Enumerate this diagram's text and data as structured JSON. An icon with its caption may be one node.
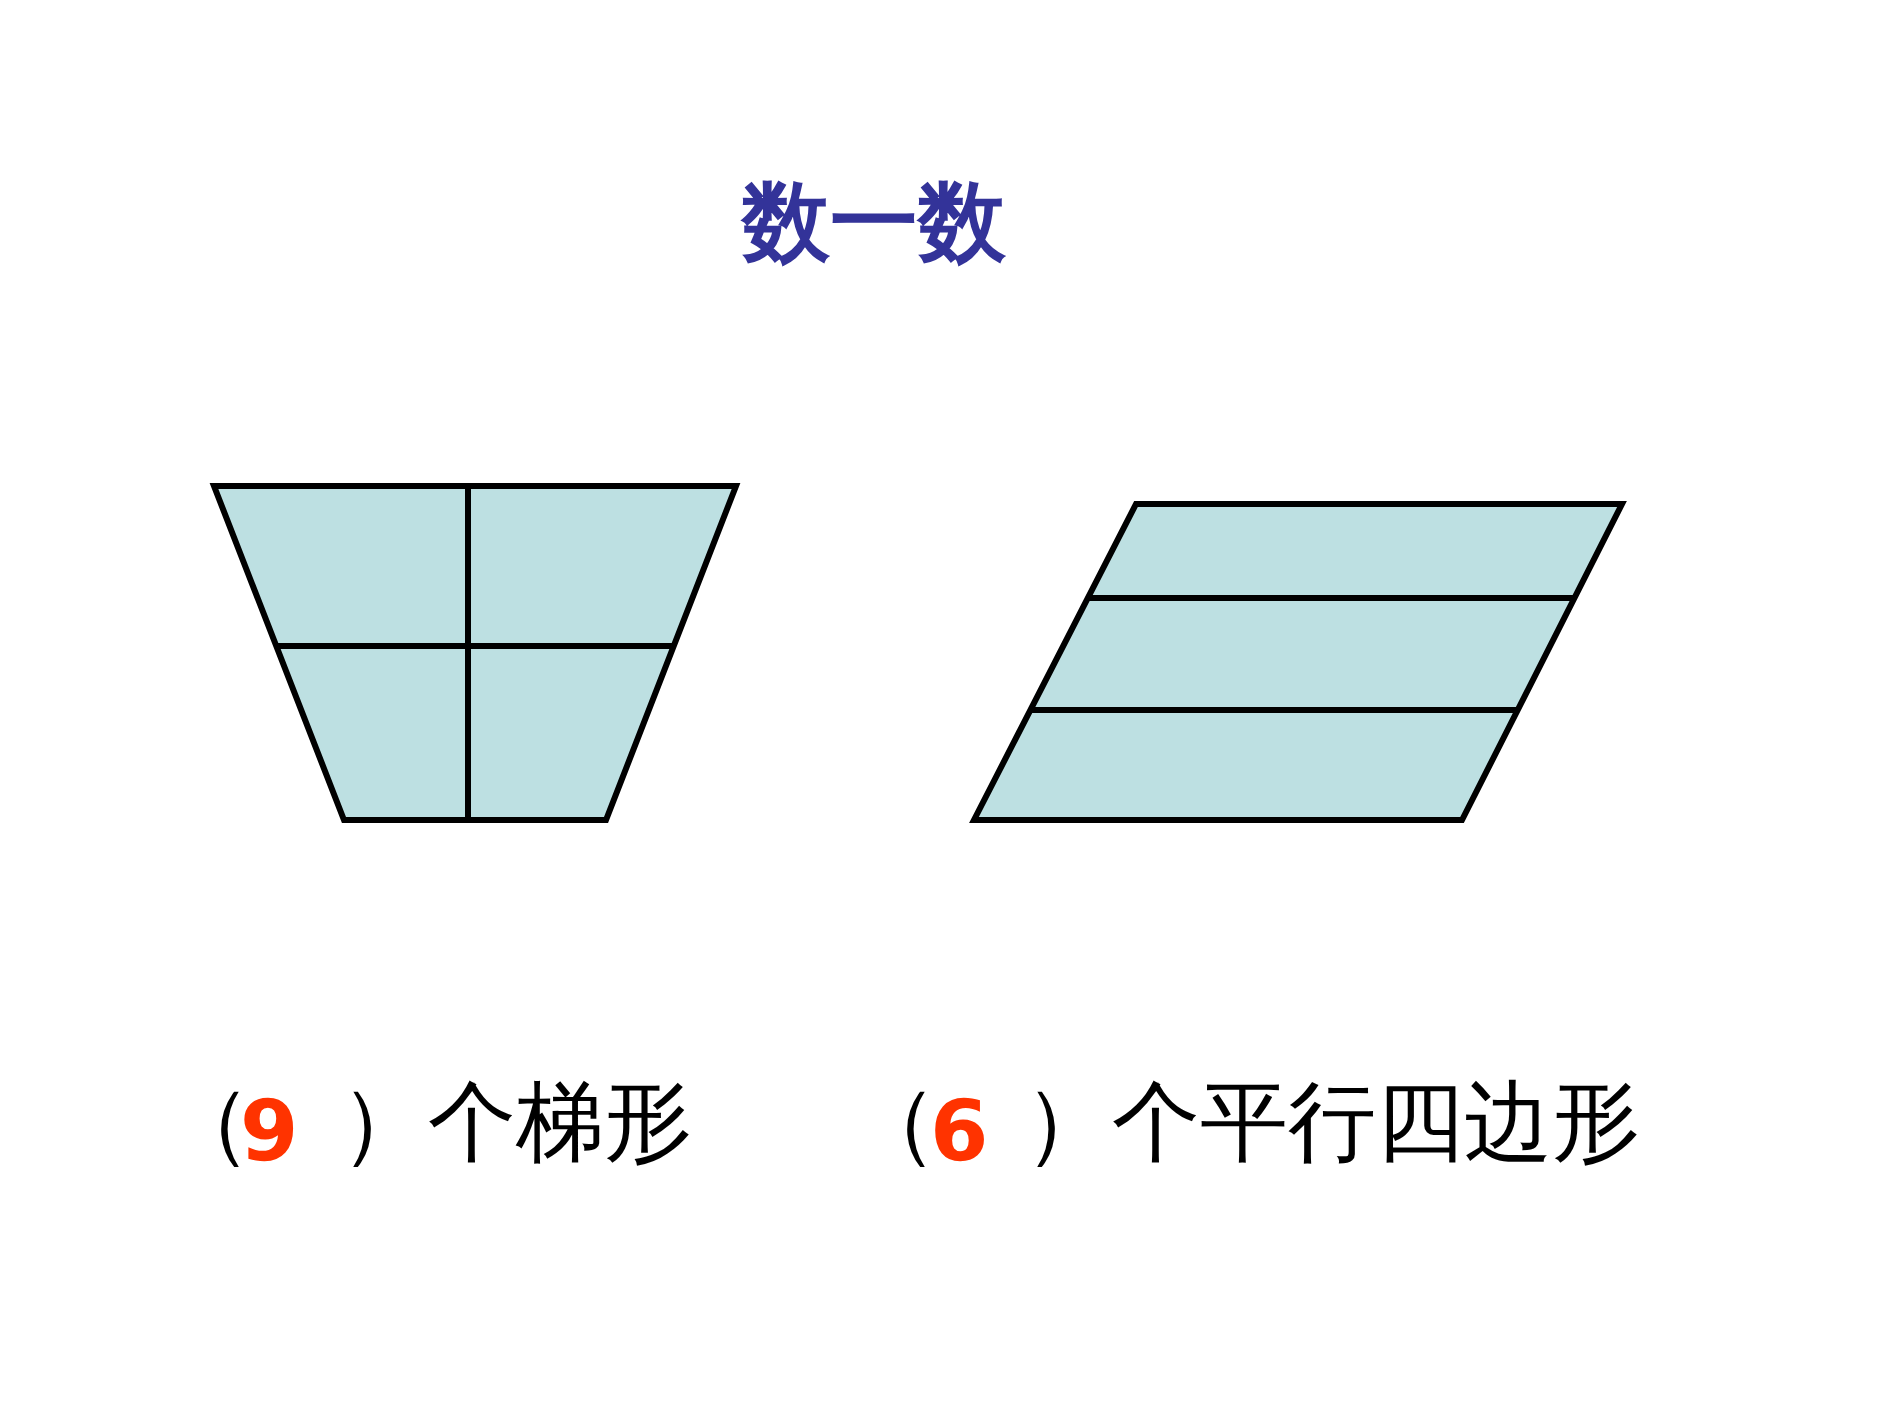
{
  "diagram": {
    "title": "数一数",
    "labels": [
      "（",
      "9",
      "）个梯形",
      "（",
      "6",
      "）个平行四边形"
    ]
  }
}
